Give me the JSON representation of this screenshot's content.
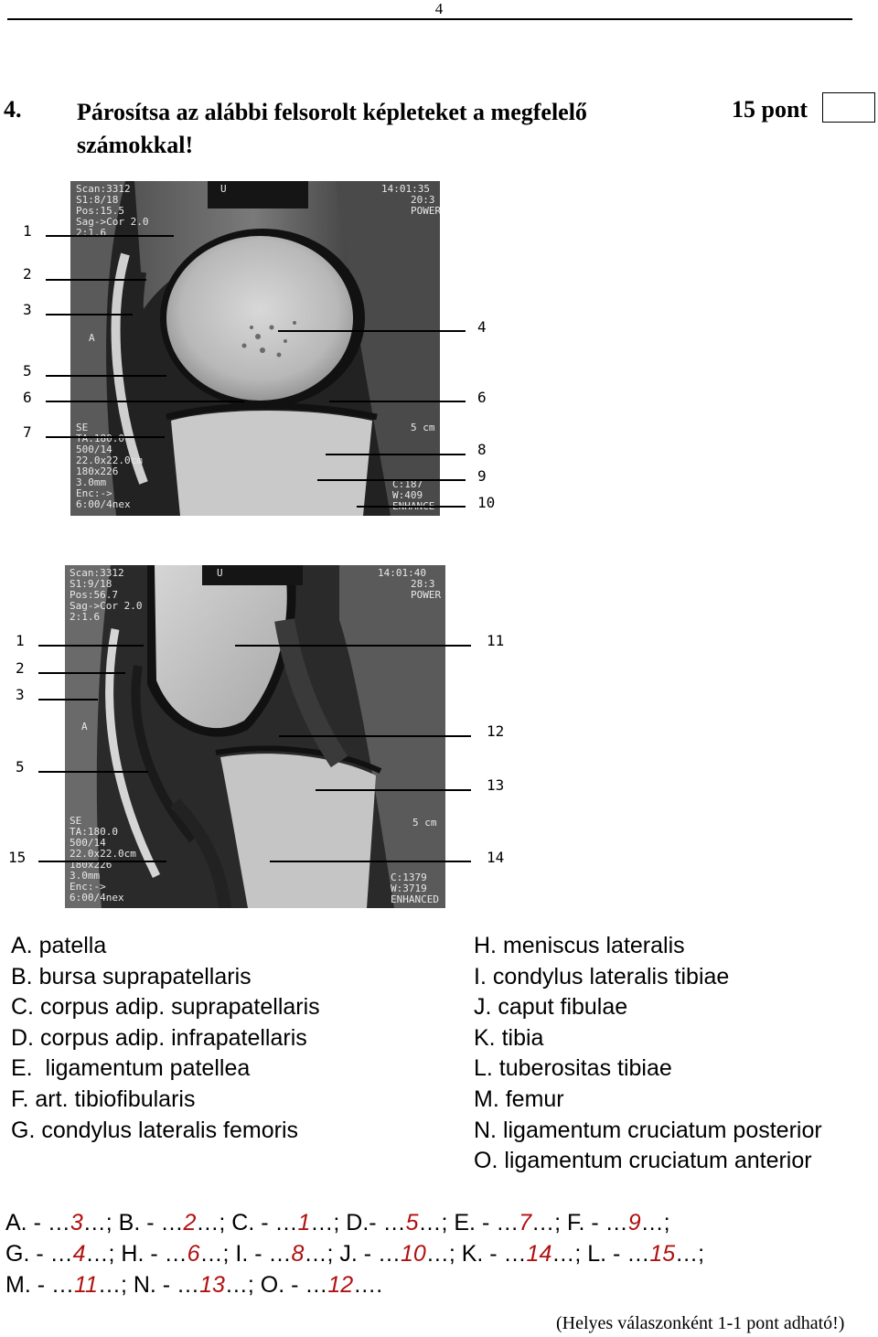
{
  "page_number": "4",
  "question": {
    "number": "4.",
    "text": "Párosítsa az alábbi felsorolt képleteket a megfelelő számokkal!",
    "points": "15 pont"
  },
  "image1": {
    "overlay_left": [
      "Scan:3312",
      "S1:8/18",
      "Pos:15.5",
      "Sag->Cor 2.0",
      "2:1.6"
    ],
    "overlay_right": [
      "14:01:35",
      "20:3",
      "POWER"
    ],
    "overlay_marker": "U",
    "overlay_A": "A",
    "overlay_bottom_left": [
      "SE",
      "TA:180.0",
      "500/14",
      "22.0x22.0cm",
      "180x226",
      "3.0mm",
      "Enc:->",
      "6:00/4nex"
    ],
    "overlay_bottom_right": [
      "C:187",
      "W:409",
      "ENHANCE"
    ],
    "scale_text": "5 cm",
    "left_labels": [
      "1",
      "2",
      "3",
      "5",
      "6",
      "7"
    ],
    "right_labels": [
      "4",
      "6",
      "8",
      "9",
      "10"
    ]
  },
  "image2": {
    "overlay_left": [
      "Scan:3312",
      "S1:9/18",
      "Pos:56.7",
      "Sag->Cor 2.0",
      "2:1.6"
    ],
    "overlay_right": [
      "14:01:40",
      "28:3",
      "POWER"
    ],
    "overlay_marker": "U",
    "overlay_A": "A",
    "overlay_bottom_left": [
      "SE",
      "TA:180.0",
      "500/14",
      "22.0x22.0cm",
      "180x226",
      "3.0mm",
      "Enc:->",
      "6:00/4nex"
    ],
    "overlay_bottom_right": [
      "C:1379",
      "W:3719",
      "ENHANCED"
    ],
    "scale_text": "5 cm",
    "left_labels": [
      "1",
      "2",
      "3",
      "5",
      "15"
    ],
    "right_labels": [
      "11",
      "12",
      "13",
      "14"
    ]
  },
  "options_left": [
    "A. patella",
    "B. bursa suprapatellaris",
    "C. corpus adip. suprapatellaris",
    "D. corpus adip. infrapatellaris",
    "E.  ligamentum patellea",
    "F. art. tibiofibularis",
    "G. condylus lateralis femoris"
  ],
  "options_right": [
    "H. meniscus lateralis",
    "I. condylus lateralis tibiae",
    "J. caput fibulae",
    "K. tibia",
    "L. tuberositas tibiae",
    "M. femur",
    "N. ligamentum cruciatum posterior",
    "O. ligamentum cruciatum anterior"
  ],
  "answers": {
    "A": "3",
    "B": "2",
    "C": "1",
    "D": "5",
    "E": "7",
    "F": "9",
    "G": "4",
    "H": "6",
    "I": "8",
    "J": "10",
    "K": "14",
    "L": "15",
    "M": "11",
    "N": "13",
    "O": "12"
  },
  "footnote": "(Helyes válaszonként 1-1 pont adható!)"
}
